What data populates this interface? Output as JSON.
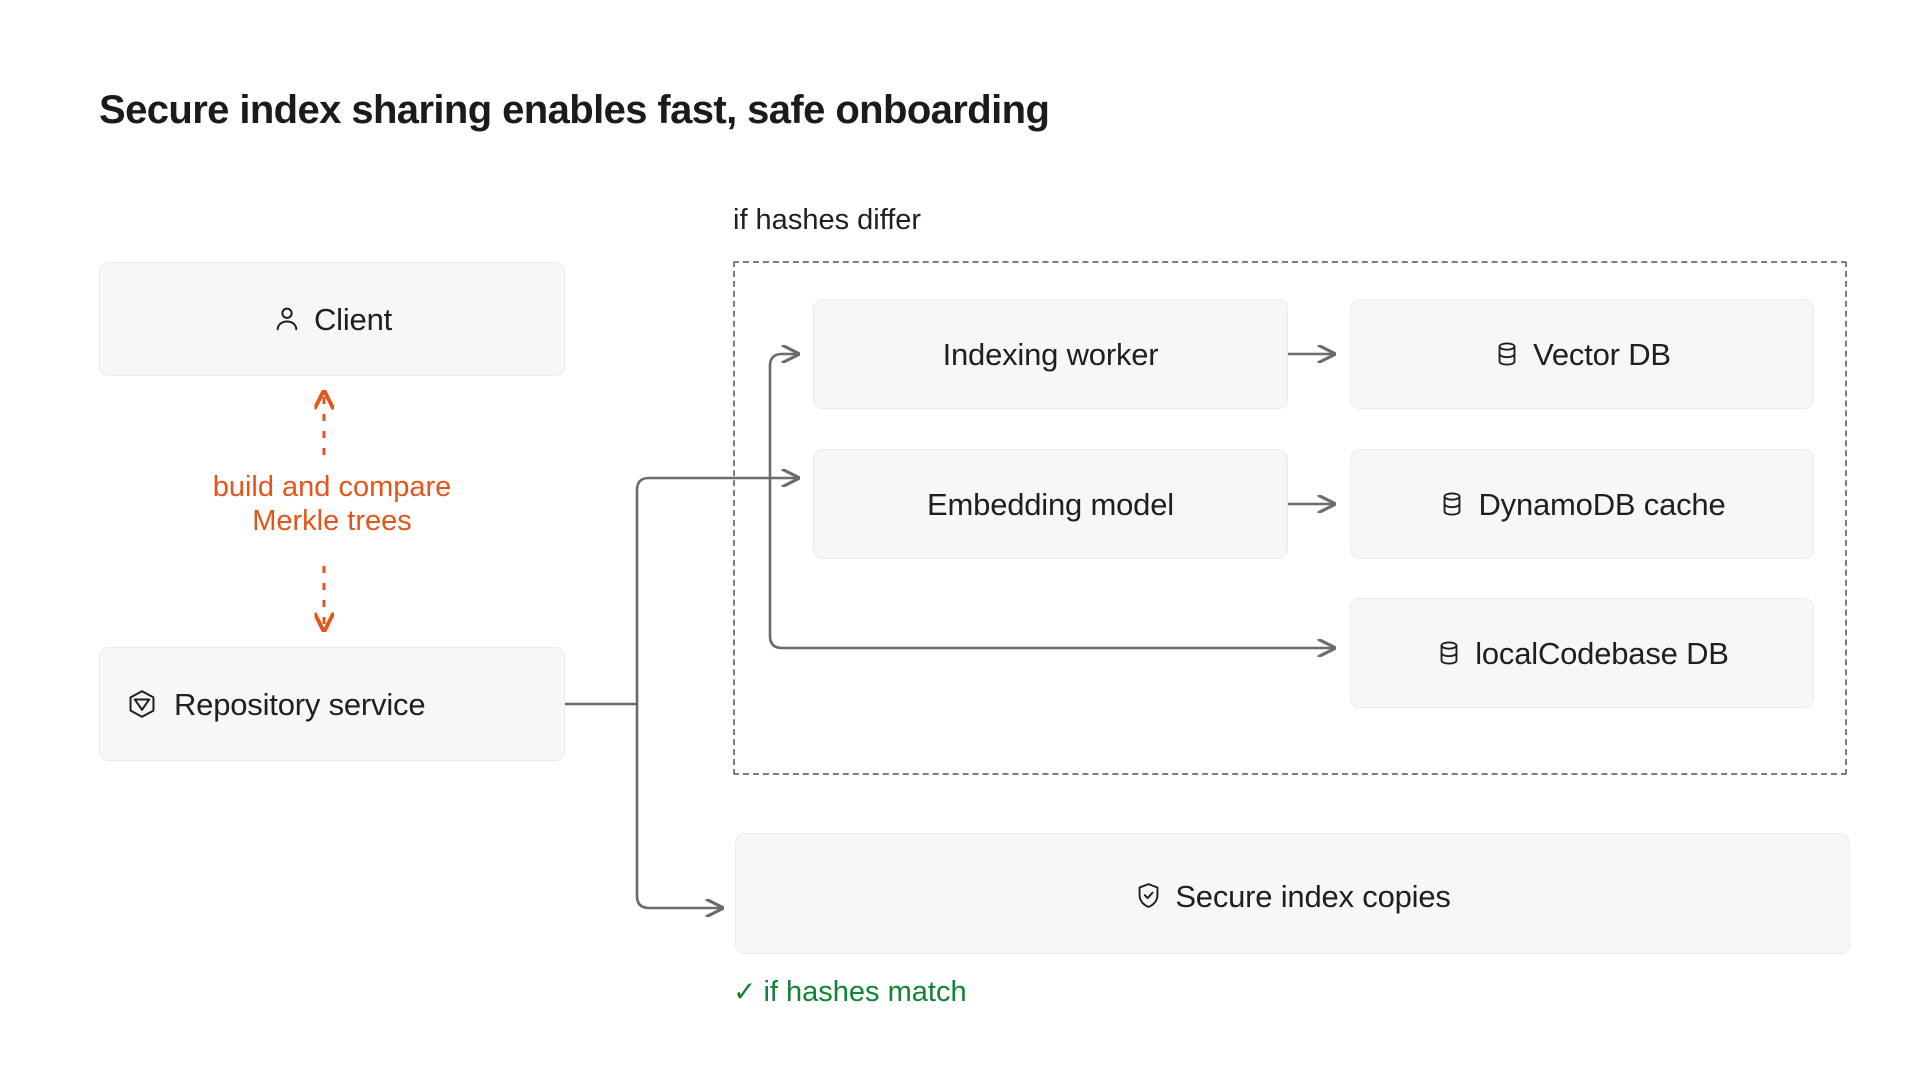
{
  "page": {
    "title": "Secure index sharing enables fast, safe onboarding",
    "background": "#ffffff"
  },
  "colors": {
    "node_fill": "#f7f7f5",
    "node_border": "#ebebe8",
    "text": "#1f1f1f",
    "connector": "#6b6b6b",
    "dashed_group_border": "#7d7d7d",
    "accent_orange": "#e4551b",
    "accent_green": "#118335"
  },
  "nodes": {
    "client": {
      "label": "Client",
      "icon": "user-icon"
    },
    "repository": {
      "label": "Repository service",
      "icon": "cube-icon"
    },
    "indexing_worker": {
      "label": "Indexing worker",
      "icon": "none"
    },
    "embedding_model": {
      "label": "Embedding model",
      "icon": "none"
    },
    "vector_db": {
      "label": "Vector DB",
      "icon": "database-icon"
    },
    "dynamodb_cache": {
      "label": "DynamoDB cache",
      "icon": "database-icon"
    },
    "localcodebase_db": {
      "label": "localCodebase DB",
      "icon": "database-icon"
    },
    "secure_copies": {
      "label": "Secure index copies",
      "icon": "shield-check-icon"
    }
  },
  "labels": {
    "hashes_differ": "if hashes differ",
    "hashes_match": "if hashes match",
    "hashes_match_check": "✓",
    "merkle_line1": "build and compare",
    "merkle_line2": "Merkle trees"
  },
  "chart_data": {
    "type": "diagram",
    "title": "Secure index sharing enables fast, safe onboarding",
    "nodes": [
      {
        "id": "client",
        "label": "Client",
        "icon": "user-icon",
        "group": "left-column"
      },
      {
        "id": "repository",
        "label": "Repository service",
        "icon": "cube-icon",
        "group": "left-column"
      },
      {
        "id": "indexing_worker",
        "label": "Indexing worker",
        "group": "if-hashes-differ"
      },
      {
        "id": "embedding_model",
        "label": "Embedding model",
        "group": "if-hashes-differ"
      },
      {
        "id": "vector_db",
        "label": "Vector DB",
        "icon": "database-icon",
        "group": "if-hashes-differ"
      },
      {
        "id": "dynamodb_cache",
        "label": "DynamoDB cache",
        "icon": "database-icon",
        "group": "if-hashes-differ"
      },
      {
        "id": "localcodebase_db",
        "label": "localCodebase DB",
        "icon": "database-icon",
        "group": "if-hashes-differ"
      },
      {
        "id": "secure_copies",
        "label": "Secure index copies",
        "icon": "shield-check-icon",
        "group": "if-hashes-match"
      }
    ],
    "groups": [
      {
        "id": "if-hashes-differ",
        "label": "if hashes differ",
        "style": "dashed"
      },
      {
        "id": "if-hashes-match",
        "label": "if hashes match",
        "style": "plain",
        "marker": "✓",
        "color": "#118335"
      }
    ],
    "edges": [
      {
        "from": "client",
        "to": "repository",
        "label": "build and compare Merkle trees",
        "style": "dashed",
        "direction": "bidirectional",
        "color": "#e4551b"
      },
      {
        "from": "repository",
        "to": "indexing_worker",
        "style": "solid",
        "direction": "forward"
      },
      {
        "from": "repository",
        "to": "embedding_model",
        "style": "solid",
        "direction": "forward"
      },
      {
        "from": "repository",
        "to": "localcodebase_db",
        "style": "solid",
        "direction": "forward"
      },
      {
        "from": "repository",
        "to": "secure_copies",
        "style": "solid",
        "direction": "forward"
      },
      {
        "from": "indexing_worker",
        "to": "vector_db",
        "style": "solid",
        "direction": "forward"
      },
      {
        "from": "embedding_model",
        "to": "dynamodb_cache",
        "style": "solid",
        "direction": "forward"
      }
    ]
  }
}
